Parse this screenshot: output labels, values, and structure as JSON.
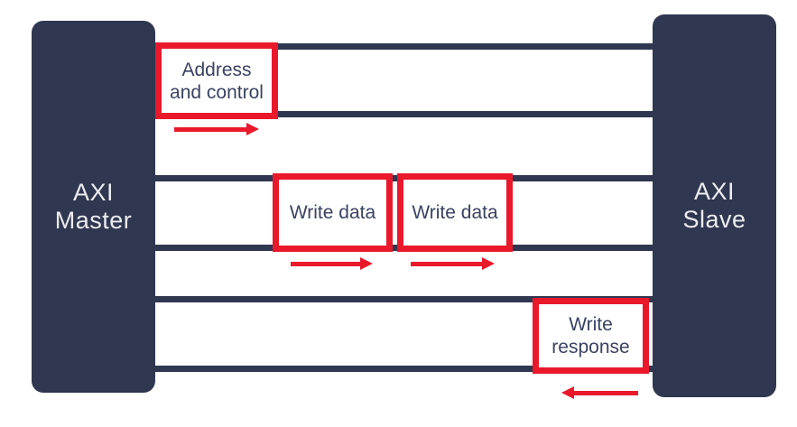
{
  "colors": {
    "navy": "#303750",
    "red": "#E9192B",
    "box_text": "#3A4262",
    "block_text": "#ECEDF1",
    "background": "#FFFFFF"
  },
  "master": {
    "line1": "AXI",
    "line2": "Master"
  },
  "slave": {
    "line1": "AXI",
    "line2": "Slave"
  },
  "address_box": {
    "line1": "Address",
    "line2": "and control"
  },
  "write_data_box_1": {
    "label": "Write data"
  },
  "write_data_box_2": {
    "label": "Write data"
  },
  "write_response_box": {
    "line1": "Write",
    "line2": "response"
  },
  "channels": {
    "write_address": {
      "direction": "master-to-slave"
    },
    "write_data": {
      "direction": "master-to-slave"
    },
    "write_response": {
      "direction": "slave-to-master"
    }
  }
}
